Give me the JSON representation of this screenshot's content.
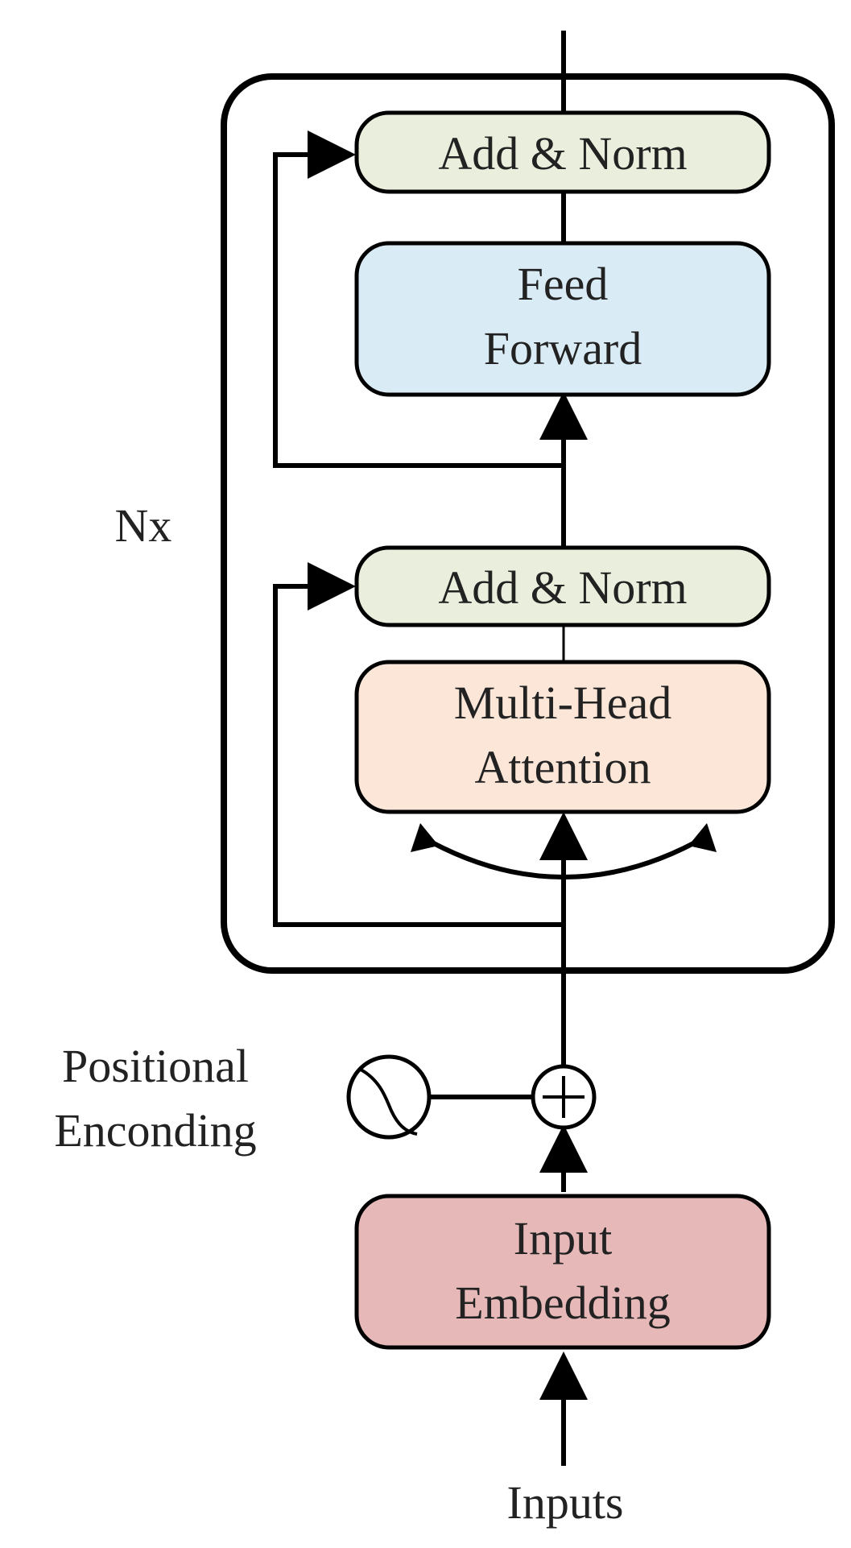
{
  "diagram": {
    "layer": {
      "repeat_label": "Nx"
    },
    "blocks": {
      "add_norm_top": {
        "label": "Add & Norm",
        "fill": "#e9efdc"
      },
      "feed_forward": {
        "lines": [
          "Feed",
          "Forward"
        ],
        "fill": "#d9ebf4"
      },
      "add_norm_bottom": {
        "label": "Add & Norm",
        "fill": "#e9efdc"
      },
      "multi_head_attention": {
        "lines": [
          "Multi-Head",
          "Attention"
        ],
        "fill": "#fbe6d8"
      },
      "input_embedding": {
        "lines": [
          "Input",
          "Embedding"
        ],
        "fill": "#e6b8b8"
      }
    },
    "positional_encoding": {
      "lines": [
        "Positional",
        "Enconding"
      ]
    },
    "inputs_label": "Inputs"
  }
}
